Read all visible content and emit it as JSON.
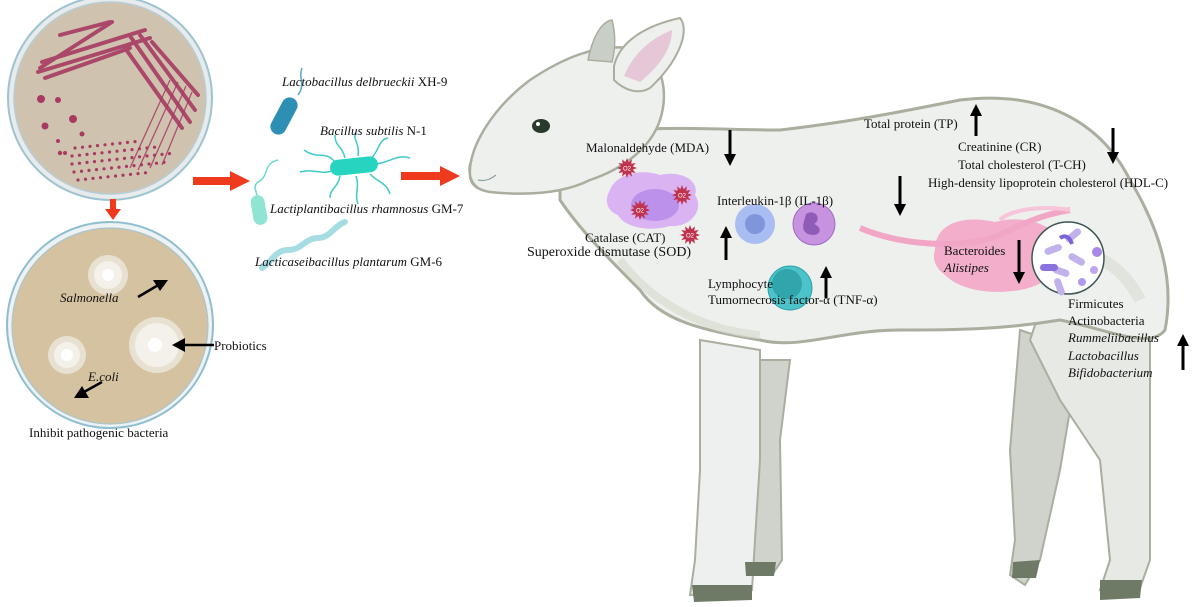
{
  "petri_dishes": {
    "streak_plate": {
      "description": "streak-plate culture with magenta colonies"
    },
    "inhibition_plate": {
      "labels": {
        "salmonella": "Salmonella",
        "ecoli": "E.coli",
        "probiotics": "Probiotics"
      },
      "caption": "Inhibit pathogenic bacteria"
    }
  },
  "probiotic_strains": [
    {
      "genus_species": "Lactobacillus delbrueckii",
      "strain": "XH-9"
    },
    {
      "genus_species": "Bacillus subtilis",
      "strain": "N-1"
    },
    {
      "genus_species": "Lactiplantibacillus rhamnosus",
      "strain": "GM-7"
    },
    {
      "genus_species": "Lacticaseibacillus plantarum",
      "strain": "GM-6"
    }
  ],
  "oxidative_stress": {
    "mda": {
      "label": "Malonaldehyde (MDA)",
      "direction": "down"
    },
    "cat": {
      "label": "Catalase (CAT)",
      "direction": "up"
    },
    "sod": {
      "label": "Superoxide dismutase (SOD)",
      "direction": "up"
    },
    "ros_label": "O2"
  },
  "immune": {
    "il1b": {
      "label": "Interleukin-1β (IL-1β)",
      "direction": "down"
    },
    "lymphocyte": {
      "label": "Lymphocyte",
      "direction": "up"
    },
    "tnfa": {
      "label": "Tumornecrosis factor-α (TNF-α)",
      "direction": "up"
    }
  },
  "blood": {
    "tp": {
      "label": "Total protein (TP)",
      "direction": "up"
    },
    "cr": {
      "label": "Creatinine (CR)",
      "direction": "down"
    },
    "tch": {
      "label": "Total cholesterol (T-CH)",
      "direction": "down"
    },
    "hdlc": {
      "label": "High-density lipoprotein cholesterol (HDL-C)",
      "direction": "down"
    }
  },
  "gut_microbiota": {
    "decreased": [
      "Bacteroides",
      "Alistipes"
    ],
    "increased": [
      "Firmicutes",
      "Actinobacteria",
      "Rummeliibacillus",
      "Lactobacillus",
      "Bifidobacterium"
    ]
  },
  "colors": {
    "flow_arrow": "#f03a1e",
    "indicator_arrow": "#000000",
    "agar": "#d9c6a3",
    "streak": "#b23a62",
    "lamb_body": "#eef0ee",
    "lamb_outline": "#a9ae9f",
    "hoof": "#6f7a66",
    "intestine": "#f2a6c6",
    "macrophage": "#d6a8f2",
    "ros_star": "#c0334f",
    "lymphocyte": "#4cc3c8",
    "neutrophil": "#c792e0",
    "monocyte": "#a9bdf2"
  }
}
